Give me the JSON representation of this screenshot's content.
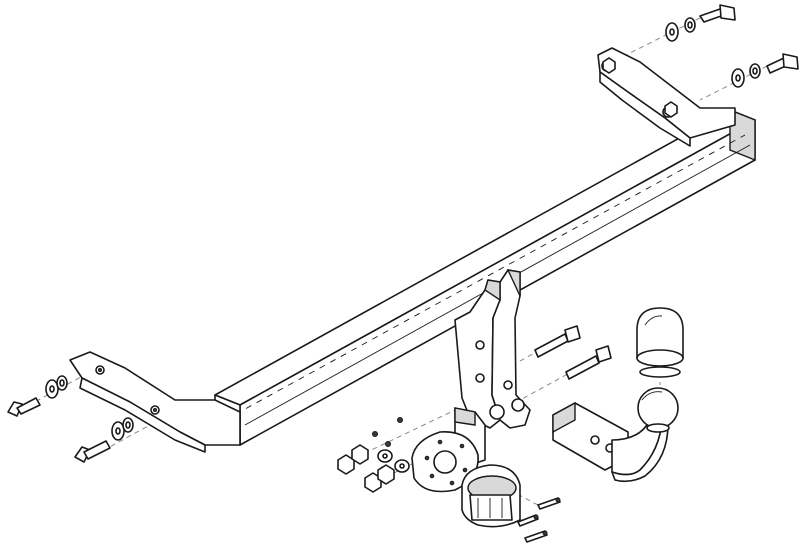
{
  "figure": {
    "kind": "exploded assembly drawing",
    "subject": "towbar kit",
    "line_color": "#1a1a1a",
    "shade_color": "#d9d9d9",
    "background": "#ffffff",
    "parts": [
      "crossbar",
      "right-bracket",
      "left-bracket",
      "center-mount-plate",
      "tow-ball-neck",
      "tow-ball",
      "tow-ball-cap",
      "electrical-socket",
      "socket-mounting-plate",
      "bolts",
      "washers",
      "nuts",
      "screws"
    ]
  }
}
